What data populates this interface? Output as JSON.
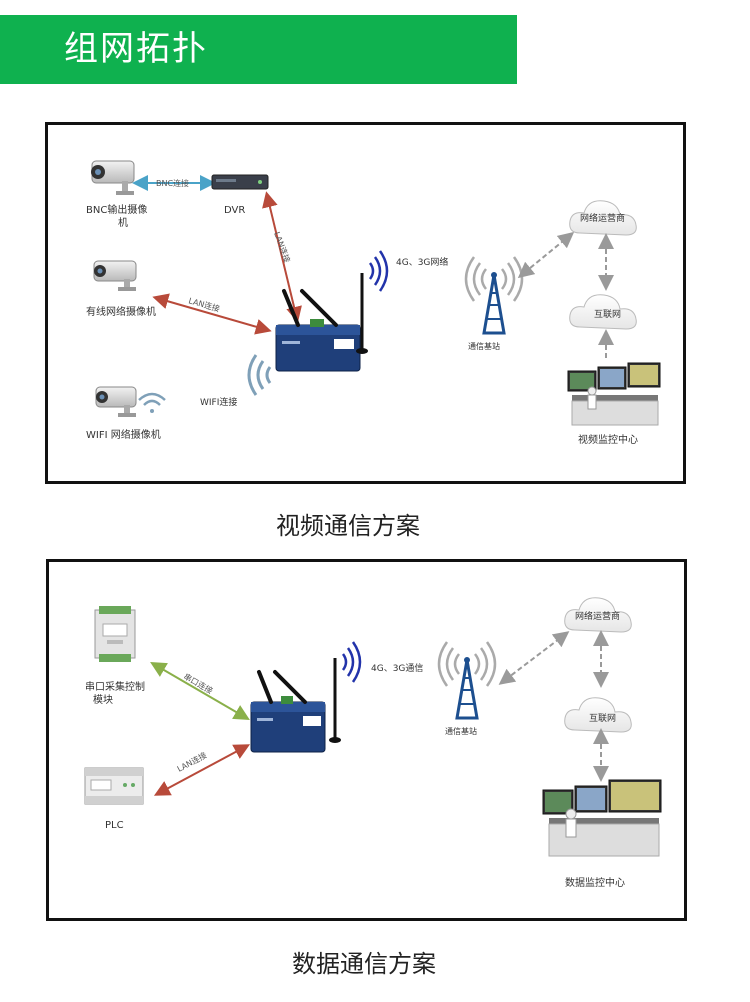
{
  "header": {
    "title": "组网拓扑"
  },
  "video": {
    "caption": "视频通信方案",
    "labels": {
      "bnc_camera_1": "BNC输出摄像",
      "bnc_camera_2": "机",
      "bnc_link": "BNC连接",
      "dvr": "DVR",
      "lan_vertical": "LAN连接",
      "wired_camera": "有线网络摄像机",
      "lan_link": "LAN连接",
      "wifi_link": "WIFI连接",
      "wifi_camera": "WIFI 网络摄像机",
      "cellular": "4G、3G网络",
      "base_station": "通信基站",
      "operator_cloud": "网络运营商",
      "internet_cloud": "互联网",
      "monitor_center": "视频监控中心"
    }
  },
  "data": {
    "caption": "数据通信方案",
    "labels": {
      "serial_module_1": "串口采集控制",
      "serial_module_2": "模块",
      "serial_link": "串口连接",
      "lan_link": "LAN连接",
      "plc": "PLC",
      "cellular": "4G、3G通信",
      "base_station": "通信基站",
      "operator_cloud": "网络运营商",
      "internet_cloud": "互联网",
      "monitor_center": "数据监控中心"
    }
  },
  "colors": {
    "header_green": "#0fb14f",
    "bnc_arrow": "#4aa3c8",
    "lan_arrow": "#b84a3a",
    "serial_arrow": "#8ab04a",
    "cloud_arrow": "#9a9a9a",
    "router_blue": "#1f3f7a",
    "tower_blue": "#1d4f8f"
  }
}
